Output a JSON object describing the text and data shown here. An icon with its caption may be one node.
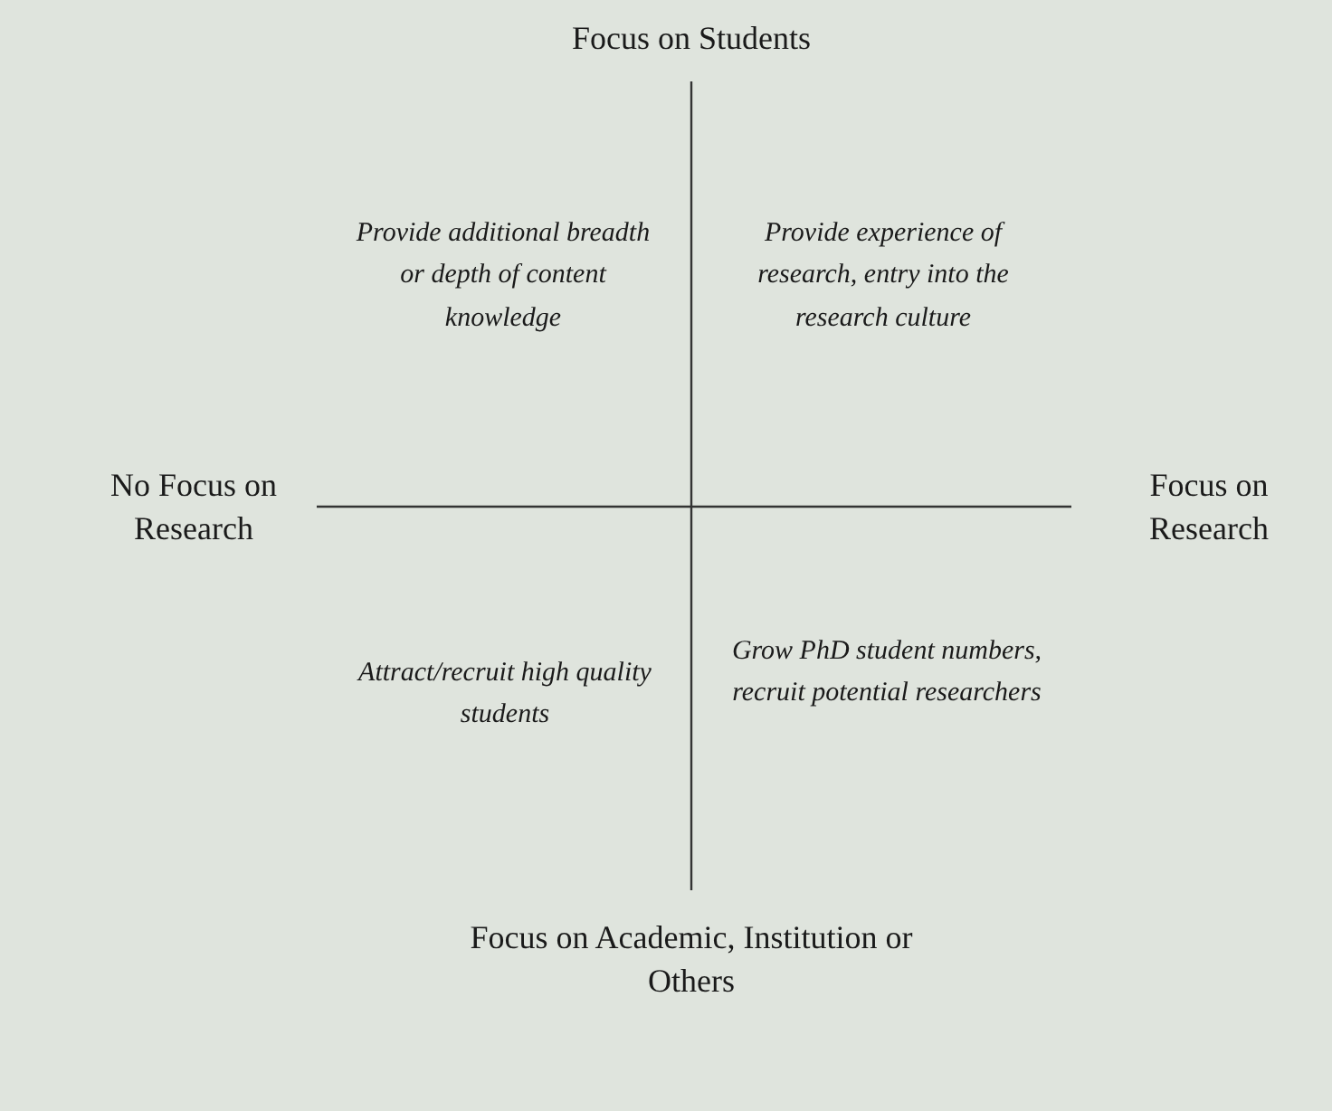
{
  "diagram": {
    "labels": [
      "Focus on Students",
      "Provide additional breadth or depth of content knowledge",
      "Provide experience of research, entry into the research culture",
      "No Focus on Research",
      "Focus on Research",
      "Attract/recruit high quality students",
      "Grow PhD student numbers, recruit potential researchers",
      "Focus on Academic, Institution or Others"
    ]
  }
}
